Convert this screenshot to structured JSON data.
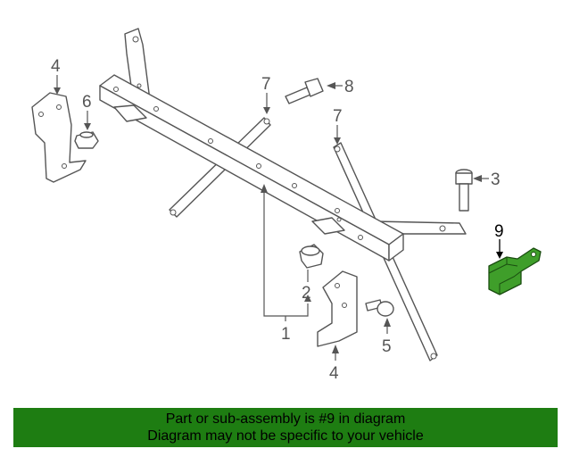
{
  "callouts": {
    "c1": "1",
    "c2": "2",
    "c3": "3",
    "c4_top": "4",
    "c4_bottom": "4",
    "c5": "5",
    "c6": "6",
    "c7_left": "7",
    "c7_right": "7",
    "c8": "8",
    "c9": "9"
  },
  "highlight_color": "#3f9e2a",
  "banner": {
    "color": "#1e7d12",
    "line1": "Part or sub-assembly is #9 in diagram",
    "line2": "Diagram may not be specific to your vehicle"
  }
}
